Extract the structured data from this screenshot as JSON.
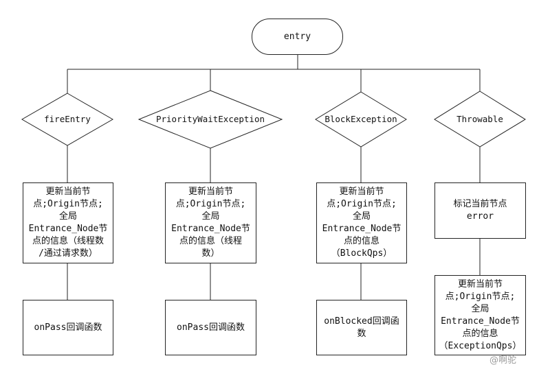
{
  "entry": "entry",
  "branches": [
    {
      "condition": "fireEntry",
      "update": "更新当前节\n点;Origin节点;\n全局\nEntrance_Node节\n点的信息（线程数\n/通过请求数）",
      "callback": "onPass回调函数"
    },
    {
      "condition": "PriorityWaitException",
      "update": "更新当前节\n点;Origin节点;\n全局\nEntrance_Node节\n点的信息（线程\n数）",
      "callback": "onPass回调函数"
    },
    {
      "condition": "BlockException",
      "update": "更新当前节\n点;Origin节点;\n全局\nEntrance_Node节\n点的信息\n（BlockQps）",
      "callback": "onBlocked回调函\n数"
    },
    {
      "condition": "Throwable",
      "mark": "标记当前节点\nerror",
      "update": "更新当前节\n点;Origin节点;\n全局\nEntrance_Node节\n点的信息\n（ExceptionQps）"
    }
  ],
  "watermark": "@啊驼",
  "colors": {
    "line": "#222222",
    "fill": "#ffffff",
    "text": "#111111"
  }
}
